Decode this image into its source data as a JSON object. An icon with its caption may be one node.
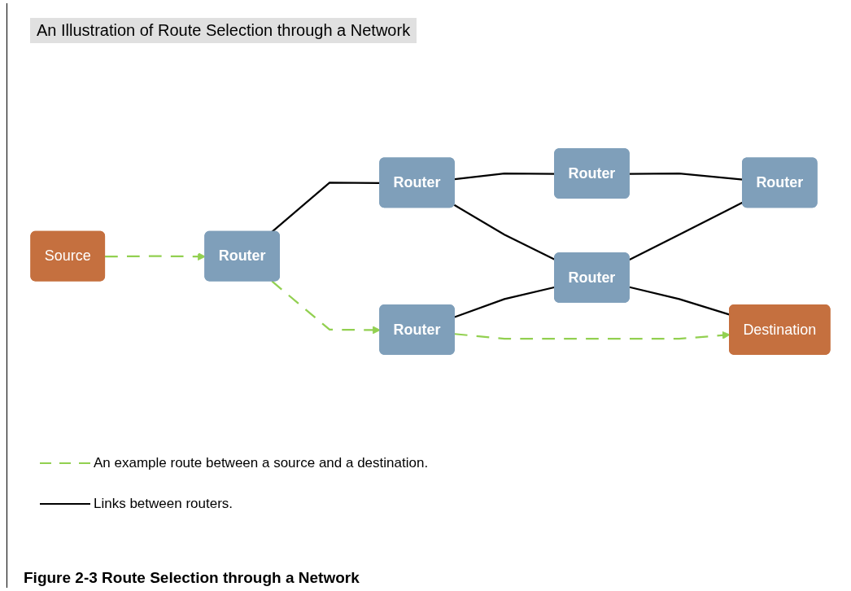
{
  "diagram": {
    "title": "An Illustration of Route Selection through a Network",
    "caption": "Figure 2-3 Route Selection through a Network",
    "nodes": [
      {
        "text": [
          "Router"
        ]
      },
      {
        "text": [
          "Router"
        ]
      },
      {
        "text": [
          "Router"
        ]
      },
      {
        "text": [
          "Source"
        ]
      },
      {
        "text": [
          "Router"
        ]
      },
      {
        "text": [
          "Router"
        ]
      },
      {
        "text": [
          "Router"
        ]
      },
      {
        "text": [
          "Destination"
        ]
      }
    ],
    "edges": [
      {
        "from": 3,
        "to": 4,
        "arrow": "to",
        "style": "dashed",
        "color": "#92d050"
      },
      {
        "from": 4,
        "to": 0,
        "arrow": "none"
      },
      {
        "from": 0,
        "to": 1,
        "arrow": "none"
      },
      {
        "from": 1,
        "to": 2,
        "arrow": "none"
      },
      {
        "from": 0,
        "to": 5,
        "arrow": "none"
      },
      {
        "from": 5,
        "to": 2,
        "arrow": "none"
      },
      {
        "from": 4,
        "to": 6,
        "arrow": "to",
        "style": "dashed",
        "color": "#92d050"
      },
      {
        "from": 6,
        "to": 5,
        "arrow": "none"
      },
      {
        "from": 5,
        "to": 7,
        "arrow": "none"
      },
      {
        "from": 6,
        "to": 7,
        "arrow": "to",
        "style": "dashed",
        "color": "#92d050"
      }
    ],
    "legend": [
      {
        "text": "An example route between a source and a destination."
      },
      {
        "text": "Links between routers."
      }
    ]
  }
}
